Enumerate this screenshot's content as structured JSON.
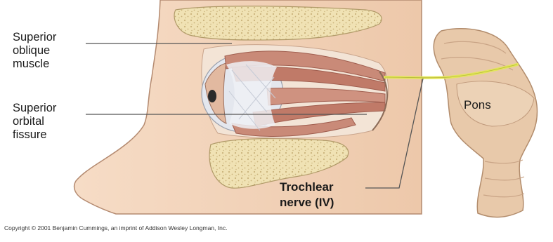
{
  "labels": {
    "superior_oblique": "Superior\noblique\nmuscle",
    "superior_orbital_fissure": "Superior\norbital\nfissure",
    "trochlear_nerve": "Trochlear\nnerve (IV)",
    "pons": "Pons"
  },
  "copyright": "Copyright © 2001 Benjamin Cummings, an imprint of Addison Wesley Longman, Inc.",
  "colors": {
    "skin": "#f2d2b8",
    "skin_edge": "#b48a70",
    "bone": "#f0e2b4",
    "bone_dots": "#c9b27a",
    "muscle": "#c98a78",
    "muscle_dark": "#9f5d4e",
    "tendon": "#dfe3ea",
    "nerve": "#e3e65a",
    "brainstem": "#e8c9aa",
    "leader": "#555555"
  }
}
